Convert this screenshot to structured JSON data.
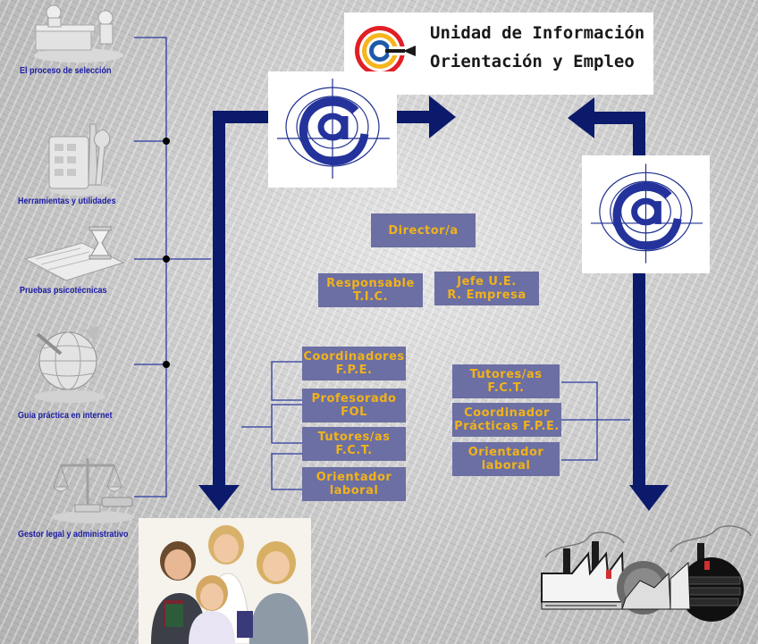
{
  "header": {
    "line1": "Unidad de Información",
    "line2": "Orientación y Empleo"
  },
  "colors": {
    "box_fill": "#6b6fa3",
    "box_text": "#f2b21a",
    "arrow": "#0c1a6b",
    "side_label": "#1a1aa6"
  },
  "icons": {
    "brand": "target-logo-icon",
    "at_sign": "at-sign-icon",
    "photo": "students-photo",
    "factory": "factory-icon"
  },
  "sidebar": {
    "items": [
      {
        "label": "El proceso de selección",
        "icon": "office-desk-icon"
      },
      {
        "label": "Herramientas y utilidades",
        "icon": "tools-icon"
      },
      {
        "label": "Pruebas psicotécnicas",
        "icon": "hourglass-icon"
      },
      {
        "label": "Guía práctica en internet",
        "icon": "globe-icon"
      },
      {
        "label": "Gestor legal y administrativo",
        "icon": "scales-icon"
      }
    ]
  },
  "org": {
    "director": "Director/a",
    "responsable": [
      "Responsable",
      "T.I.C."
    ],
    "jefe": [
      "Jefe U.E.",
      "R. Empresa"
    ],
    "left_group": [
      [
        "Coordinadores",
        "F.P.E."
      ],
      [
        "Profesorado",
        "FOL"
      ],
      [
        "Tutores/as",
        "F.C.T."
      ],
      [
        "Orientador",
        "laboral"
      ]
    ],
    "right_group": [
      [
        "Tutores/as",
        "F.C.T."
      ],
      [
        "Coordinador",
        "Prácticas F.P.E."
      ],
      [
        "Orientador",
        "laboral"
      ]
    ]
  }
}
